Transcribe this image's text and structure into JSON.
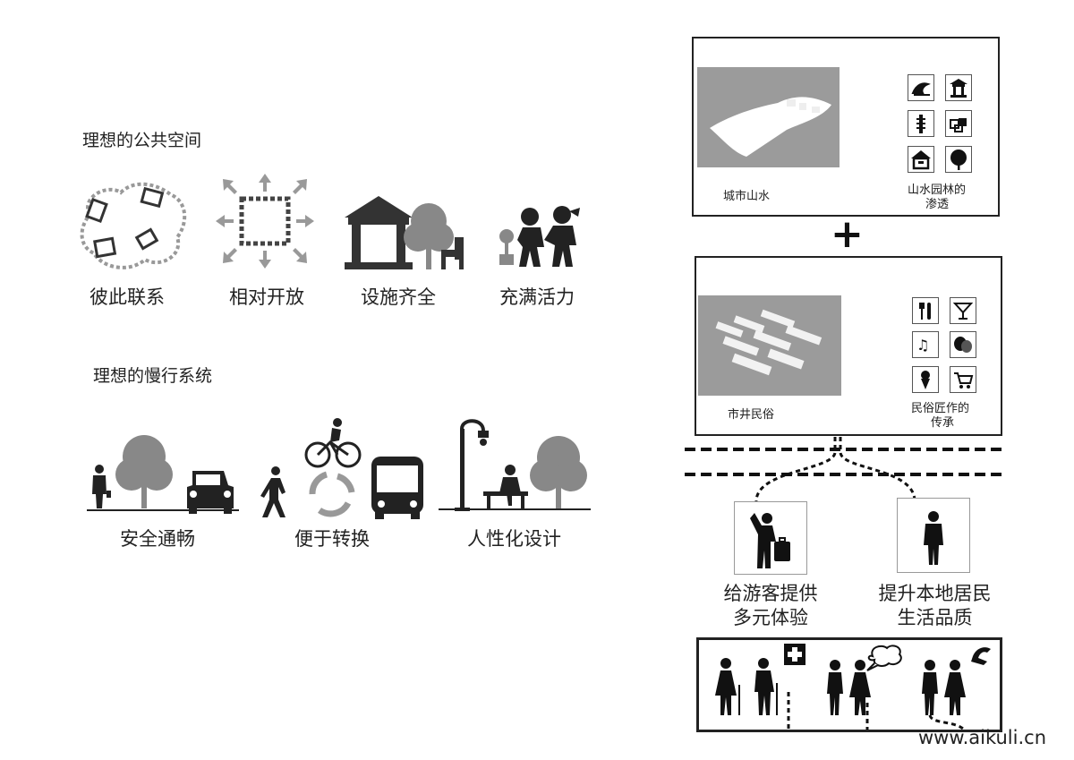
{
  "left": {
    "public_space": {
      "title": "理想的公共空间",
      "items": [
        {
          "label": "彼此联系",
          "icon": "connected-squares-icon"
        },
        {
          "label": "相对开放",
          "icon": "open-square-arrows-icon"
        },
        {
          "label": "设施齐全",
          "icon": "pavilion-tree-bench-icon"
        },
        {
          "label": "充满活力",
          "icon": "children-playing-icon"
        }
      ]
    },
    "slow_traffic": {
      "title": "理想的慢行系统",
      "items": [
        {
          "label": "安全通畅",
          "icon": "pedestrian-tree-car-icon"
        },
        {
          "label": "便于转换",
          "icon": "walk-bike-bus-cycle-icon"
        },
        {
          "label": "人性化设计",
          "icon": "streetlamp-bench-tree-icon"
        }
      ]
    }
  },
  "right": {
    "panel_top": {
      "left_caption": "城市山水",
      "right_caption_line1": "山水园林的",
      "right_caption_line2": "渗透",
      "icons": [
        "wave-icon",
        "pavilion-icon",
        "pagoda-icon",
        "cubes-icon",
        "house-icon",
        "tree-icon"
      ]
    },
    "plus": "+",
    "panel_mid": {
      "left_caption": "市井民俗",
      "right_caption_line1": "民俗匠作的",
      "right_caption_line2": "传承",
      "icons": [
        "fork-knife-icon",
        "cocktail-icon",
        "music-notes-icon",
        "theater-masks-icon",
        "ice-cream-icon",
        "shopping-cart-icon"
      ]
    },
    "tourist": {
      "line1": "给游客提供",
      "line2": "多元体验",
      "icon": "tourist-luggage-icon"
    },
    "resident": {
      "line1": "提升本地居民",
      "line2": "生活品质",
      "icon": "resident-person-icon"
    },
    "people_strip_icons": [
      "medical-cross-icon",
      "speech-cloud-icon",
      "flexed-arm-icon"
    ]
  },
  "watermark": "www.aikuli.cn"
}
